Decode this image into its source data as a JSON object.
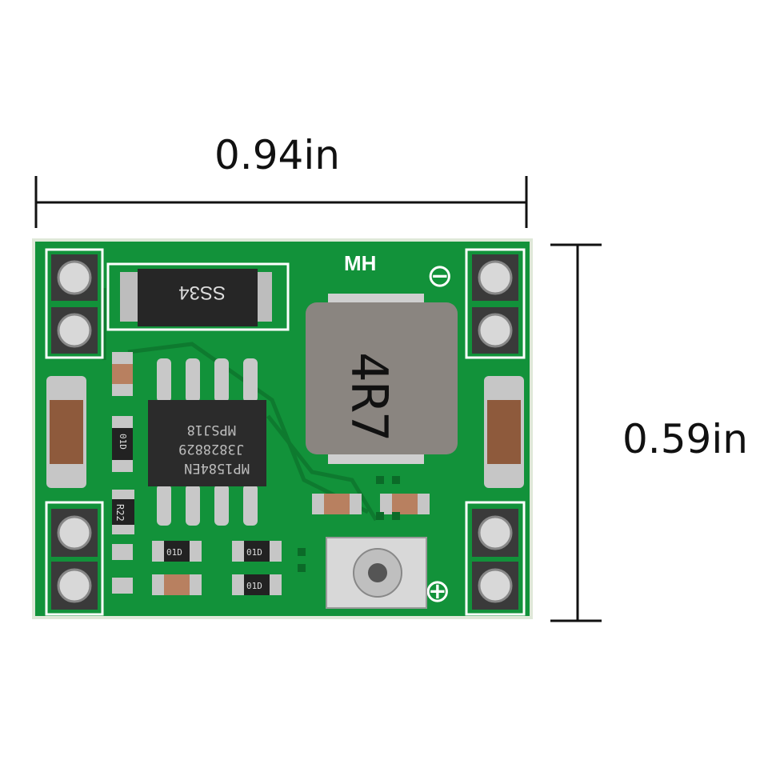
{
  "dimensions": {
    "width_label": "0.94in",
    "height_label": "0.59in"
  },
  "board": {
    "silkscreen_mark": "MH",
    "diode_marking": "SS34",
    "inductor_marking": "4R7",
    "ic_marking": [
      "MP1584EN",
      "J3828829",
      "MPSJ18"
    ],
    "resistor_marking": "R22",
    "small_resistor_marking": "01D",
    "minus_symbol": "⊖",
    "plus_symbol": "⊕"
  },
  "colors": {
    "pcb": "#12923a",
    "silkscreen": "#ffffff",
    "pad": "#c9c9c9",
    "inductor": "#8a8580",
    "ic": "#2b2b2b"
  }
}
